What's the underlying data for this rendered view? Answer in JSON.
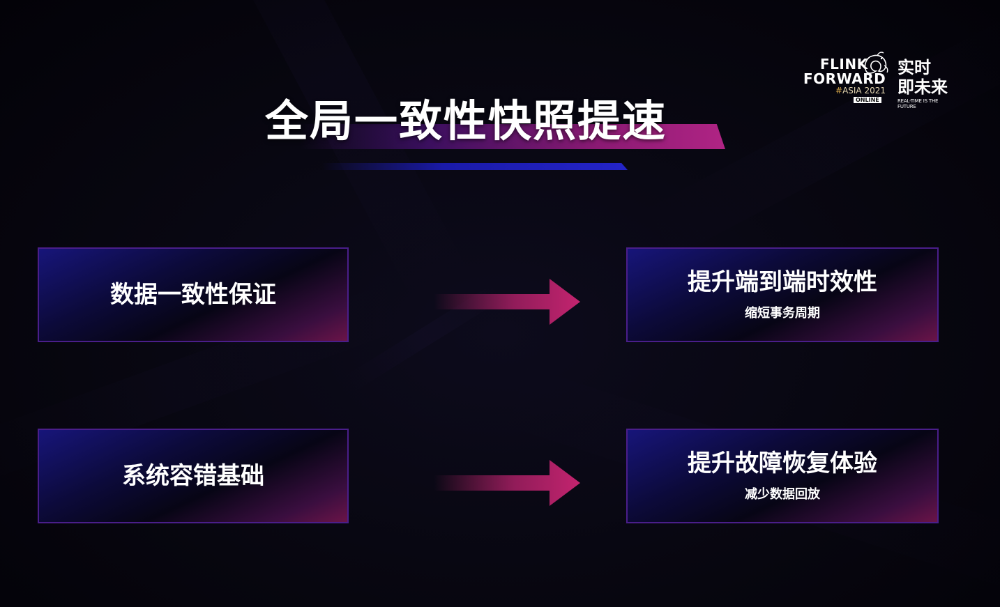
{
  "logo": {
    "flink": "FLINK",
    "forward": "FORWARD",
    "asia_hash": "#",
    "asia": "ASIA 2021",
    "online": "ONLINE",
    "slogan_line1": "实时",
    "slogan_line2": "即未来",
    "slogan_en": "REAL-TIME IS THE FUTURE"
  },
  "title": "全局一致性快照提速",
  "left_boxes": [
    {
      "main": "数据一致性保证"
    },
    {
      "main": "系统容错基础"
    }
  ],
  "right_boxes": [
    {
      "main": "提升端到端时效性",
      "sub": "缩短事务周期"
    },
    {
      "main": "提升故障恢复体验",
      "sub": "减少数据回放"
    }
  ],
  "colors": {
    "background": "#05040c",
    "box_border": "#4a1e8a",
    "arrow": "#c4246f",
    "title_bar": "#b02484",
    "title_underline": "#2424c8"
  }
}
